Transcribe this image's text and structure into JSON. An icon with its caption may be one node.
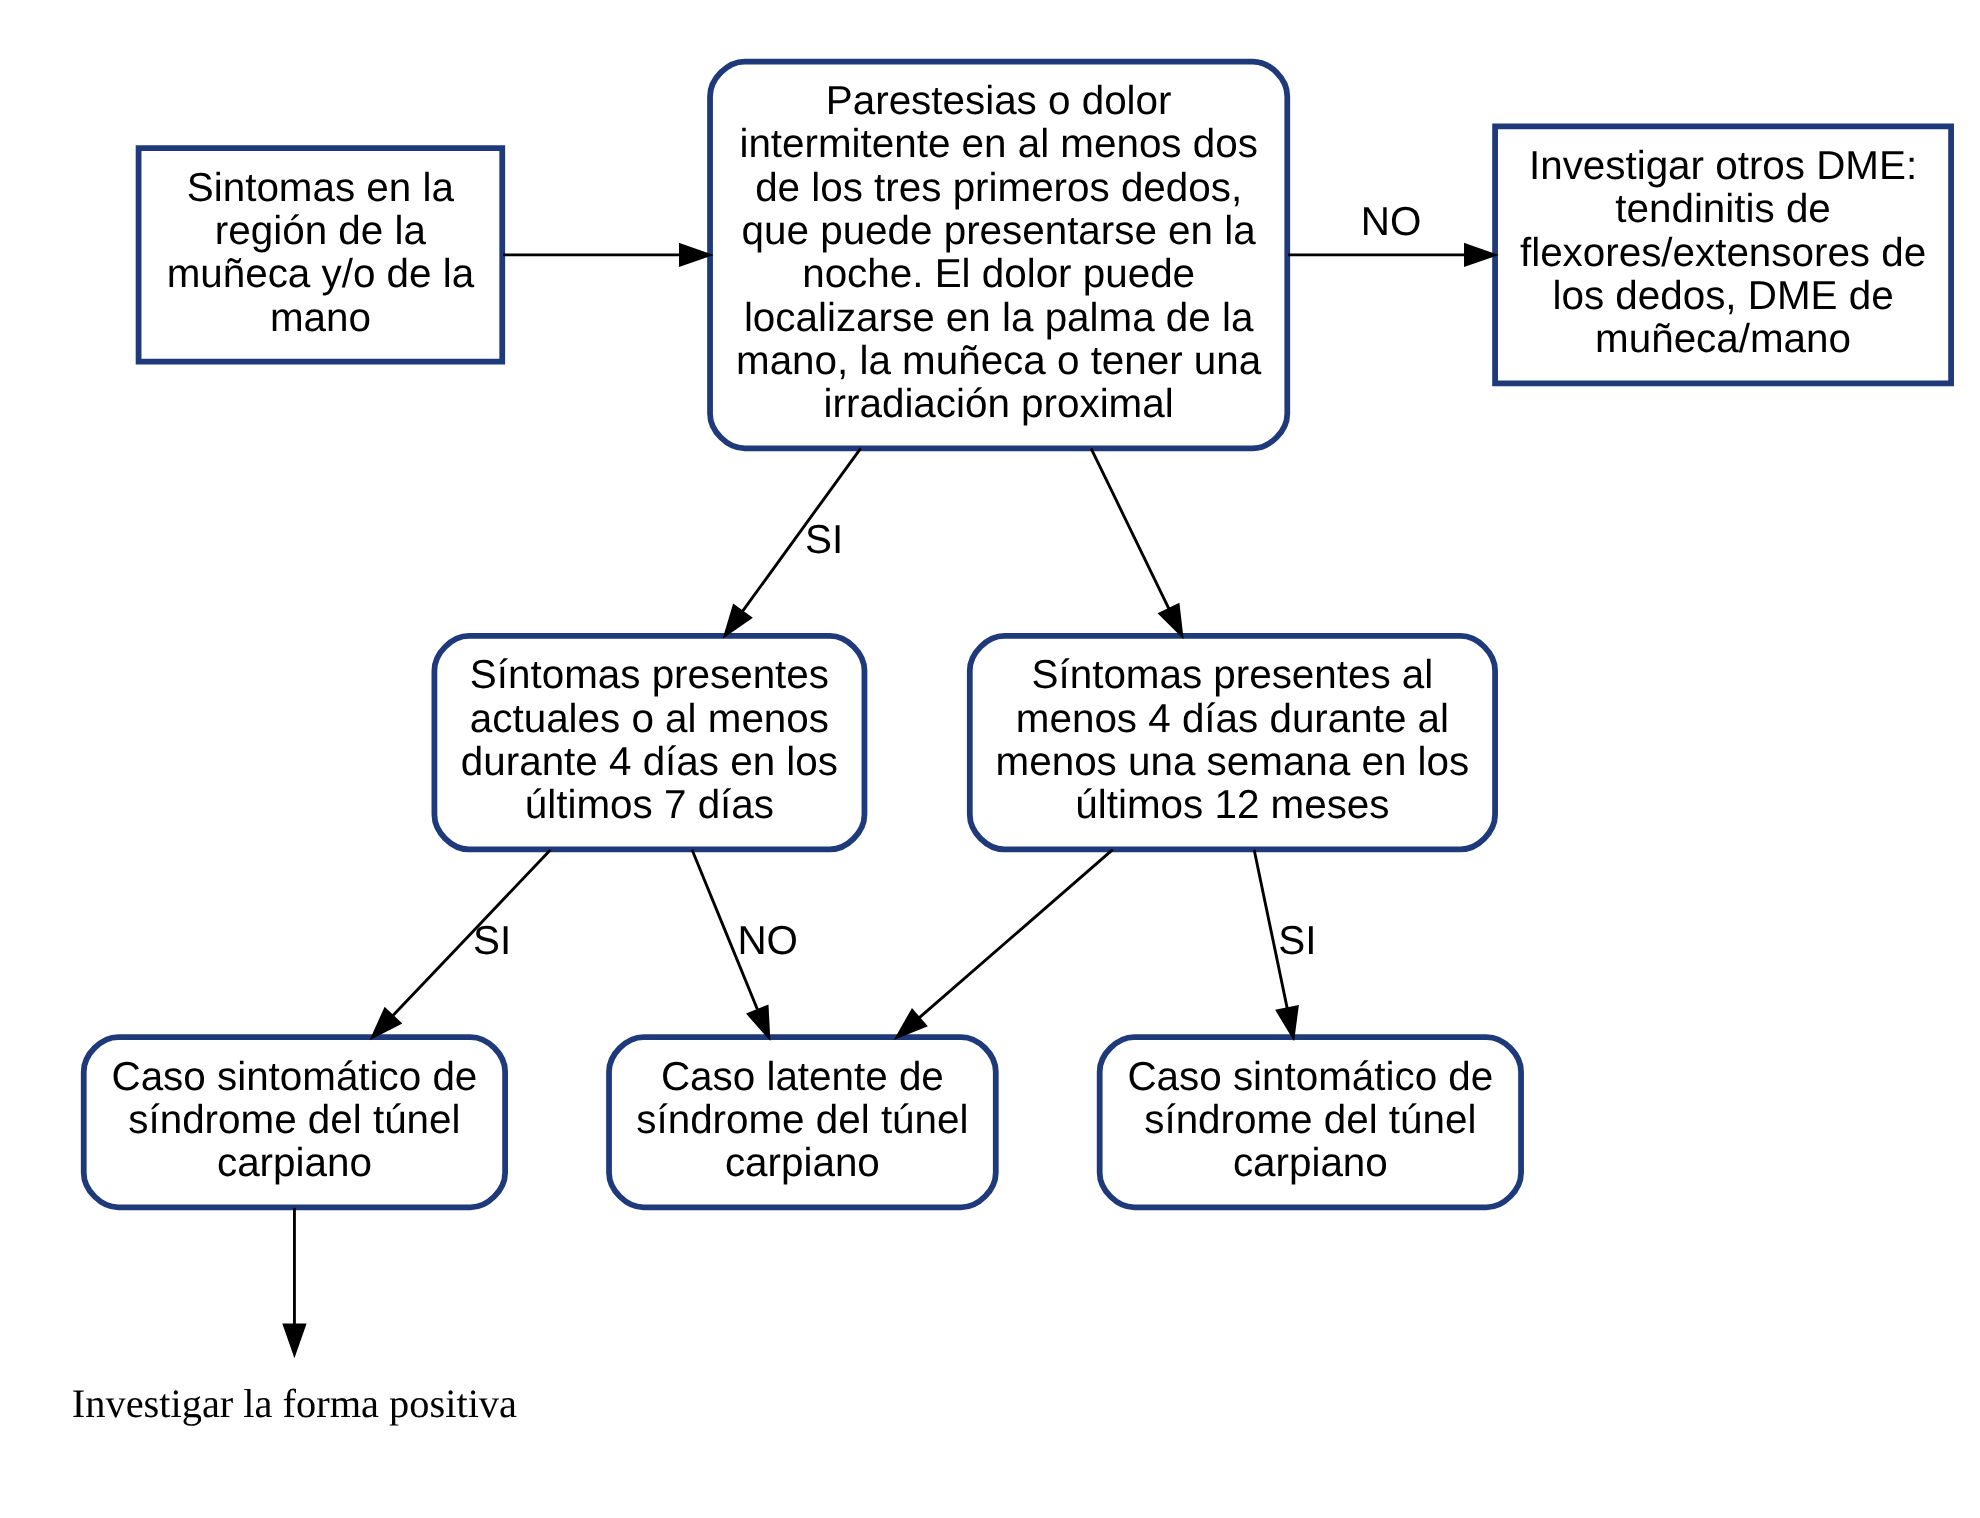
{
  "diagram": {
    "nodes": [
      {
        "text": [
          "Sintomas en la región de la muñeca y/o de la mano"
        ]
      },
      {
        "text": [
          "Parestesias o dolor intermitente en al menos dos de los tres primeros dedos, que puede presentarse en la noche. El dolor puede localizarse en la palma de la mano, la muñeca o tener una irradiación proximal"
        ]
      },
      {
        "text": [
          "Investigar otros DME: tendinitis de flexores/extensores de los dedos, DME de muñeca/mano"
        ]
      },
      {
        "text": [
          "Síntomas presentes actuales o al menos durante 4 días en los últimos 7 días"
        ]
      },
      {
        "text": [
          "Síntomas presentes al menos 4 días durante al menos una semana en los últimos 12 meses"
        ]
      },
      {
        "text": [
          "Caso sintomático de síndrome del túnel carpiano"
        ]
      },
      {
        "text": [
          "Caso latente de síndrome del túnel carpiano"
        ]
      },
      {
        "text": [
          "Caso sintomático de síndrome del túnel carpiano"
        ]
      },
      {
        "text": [
          "Investigar la forma positiva"
        ]
      }
    ],
    "edges": [
      {
        "from": 0,
        "to": 1,
        "arrow": "to"
      },
      {
        "from": 1,
        "to": 2,
        "arrow": "to",
        "label": "NO"
      },
      {
        "from": 1,
        "to": 3,
        "arrow": "to",
        "label": "SI"
      },
      {
        "from": 1,
        "to": 4,
        "arrow": "to"
      },
      {
        "from": 3,
        "to": 5,
        "arrow": "to",
        "label": "SI"
      },
      {
        "from": 3,
        "to": 6,
        "arrow": "to",
        "label": "NO"
      },
      {
        "from": 4,
        "to": 6,
        "arrow": "to"
      },
      {
        "from": 4,
        "to": 7,
        "arrow": "to",
        "label": "SI"
      },
      {
        "from": 5,
        "to": 8,
        "arrow": "to"
      }
    ]
  }
}
